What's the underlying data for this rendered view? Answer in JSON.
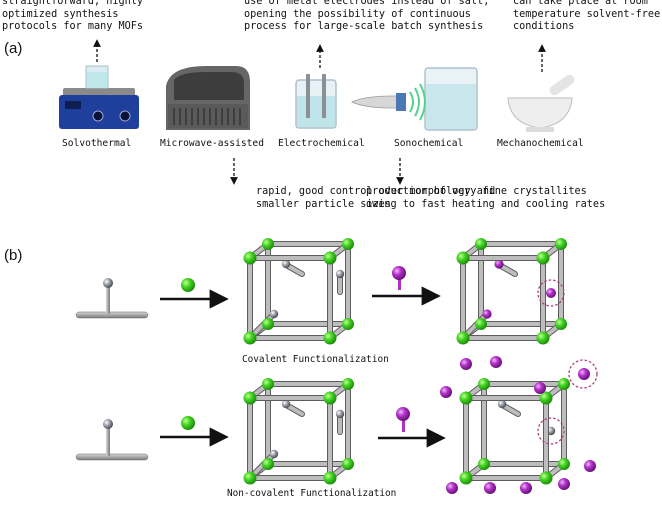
{
  "panel_a": {
    "label": "(a)",
    "notes_top": {
      "solvothermal": "straightforward, highly\noptimized synthesis\nprotocols for many MOFs",
      "electrochemical": "use of metal electrodes instead of salt,\nopening the possibility of continuous\nprocess for large-scale batch synthesis",
      "mechanochemical": "can take place at room\ntemperature solvent-free\nconditions"
    },
    "methods": {
      "solvothermal": "Solvothermal",
      "microwave": "Microwave-assisted",
      "electrochemical": "Electrochemical",
      "sonochemical": "Sonochemical",
      "mechanochemical": "Mechanochemical"
    },
    "notes_bottom": {
      "microwave": "rapid, good control over morphology and\nsmaller particle sizes",
      "sonochemical": "production of very fine crystallites\nowing to fast heating and cooling rates"
    }
  },
  "panel_b": {
    "label": "(b)",
    "covalent_caption": "Covalent Functionalization",
    "noncovalent_caption": "Non-covalent Functionalization"
  },
  "colors": {
    "node_green": "#3fd21f",
    "functional_purple": "#b330c8",
    "linker_grey": "#a9a9a9",
    "arrow": "#111111",
    "dashed_circle": "#b0407a"
  }
}
